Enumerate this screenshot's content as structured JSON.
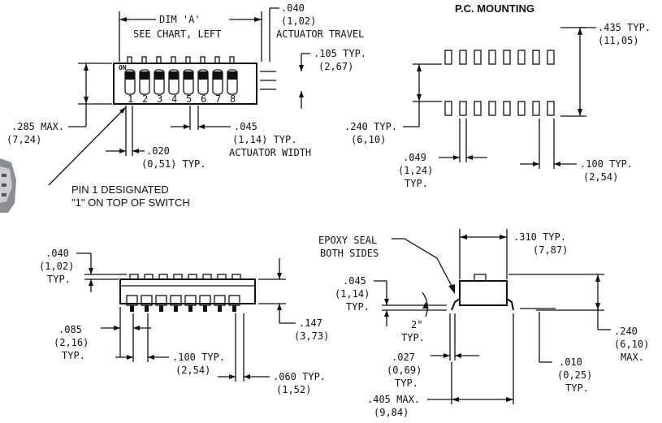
{
  "title_pc_mounting": "P.C. MOUNTING",
  "top_view": {
    "dim_a_line1": "DIM 'A'",
    "dim_a_line2": "SEE CHART, LEFT",
    "travel_in": ".040",
    "travel_mm": "(1,02)",
    "travel_label": "ACTUATOR TRAVEL",
    "spacing_in": ".105 TYP.",
    "spacing_mm": "(2,67)",
    "height_in": ".285 MAX.",
    "height_mm": "(7,24)",
    "width_in": ".045",
    "width_mm_typ": "(1,14) TYP.",
    "width_label": "ACTUATOR WIDTH",
    "gap_in": ".020",
    "gap_mm_typ": "(0,51) TYP.",
    "pin1_line1": "PIN 1 DESIGNATED",
    "pin1_line2": "\"1\" ON TOP OF SWITCH",
    "on_label": "ON",
    "pin_numbers": [
      "1",
      "2",
      "3",
      "4",
      "5",
      "6",
      "7",
      "8"
    ]
  },
  "pcb": {
    "row_spacing_in": ".435 TYP.",
    "row_spacing_mm": "(11,05)",
    "hole_row_in": ".240 TYP.",
    "hole_row_mm": "(6,10)",
    "hole_width_in": ".049",
    "hole_width_mm": "(1,24)",
    "hole_width_typ": "TYP.",
    "pitch_in": ".100 TYP.",
    "pitch_mm": "(2,54)"
  },
  "front_view": {
    "act_in": ".040",
    "act_mm": "(1,02)",
    "act_typ": "TYP.",
    "lead_in": ".085",
    "lead_mm": "(2,16)",
    "lead_typ": "TYP.",
    "pitch_in": ".100 TYP.",
    "pitch_mm": "(2,54)",
    "body_in": ".147",
    "body_mm": "(3,73)",
    "pin_in": ".060 TYP.",
    "pin_mm": "(1,52)"
  },
  "side_view": {
    "epoxy_line1": "EPOXY SEAL",
    "epoxy_line2": "BOTH SIDES",
    "act_in": ".045",
    "act_mm": "(1,14)",
    "act_typ": "TYP.",
    "width_in": ".310 TYP.",
    "width_mm": "(7,87)",
    "angle": "2°",
    "angle_typ": "TYP.",
    "height_in": ".240",
    "height_mm": "(6,10)",
    "height_max": "MAX.",
    "lead_in": ".027",
    "lead_mm": "(0,69)",
    "lead_typ": "TYP.",
    "thick_in": ".010",
    "thick_mm": "(0,25)",
    "thick_typ": "TYP.",
    "overall_in": ".405 MAX.",
    "overall_mm": "(9,84)"
  }
}
